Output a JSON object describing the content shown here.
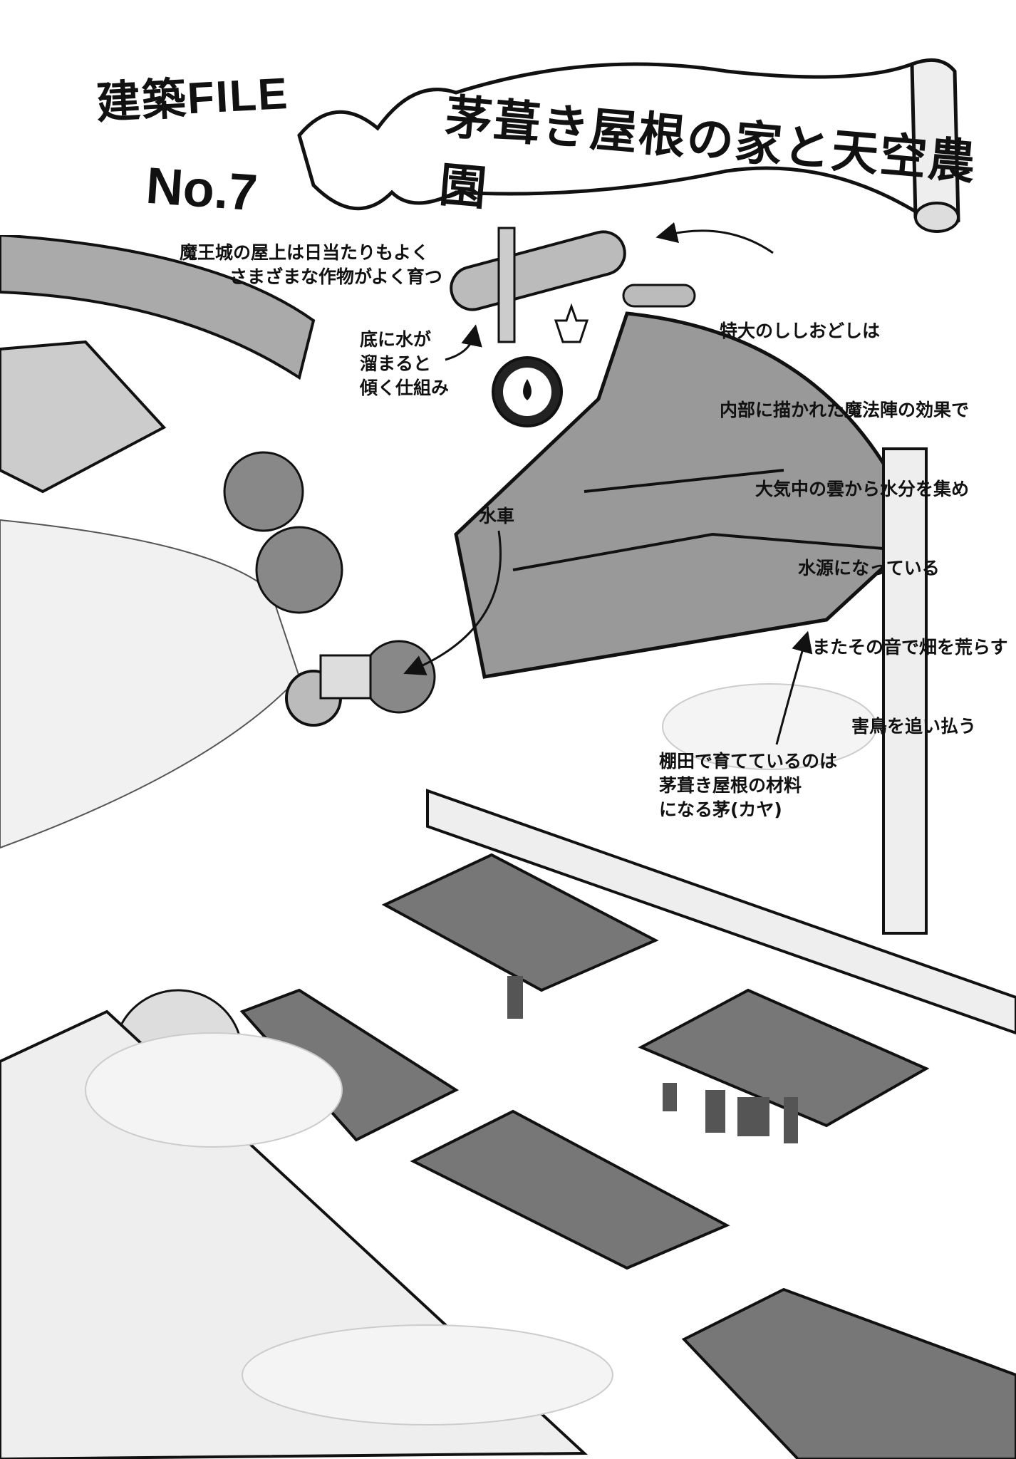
{
  "header": {
    "label": "建築FILE",
    "number": "No.7",
    "title": "茅葺き屋根の家と天空農園"
  },
  "annotations": {
    "rooftop": [
      "魔王城の屋上は日当たりもよく",
      "さまざまな作物がよく育つ"
    ],
    "mechanism": [
      "底に水が",
      "溜まると",
      "傾く仕組み"
    ],
    "shishiodoshi": [
      "特大のししおどしは",
      "内部に描かれた魔法陣の効果で",
      "大気中の雲から水分を集め",
      "水源になっている",
      "またその音で畑を荒らす",
      "害鳥を追い払う"
    ],
    "waterwheel": "水車",
    "terraces": [
      "棚田で育てているのは",
      "茅葺き屋根の材料",
      "になる茅(カヤ)"
    ]
  }
}
